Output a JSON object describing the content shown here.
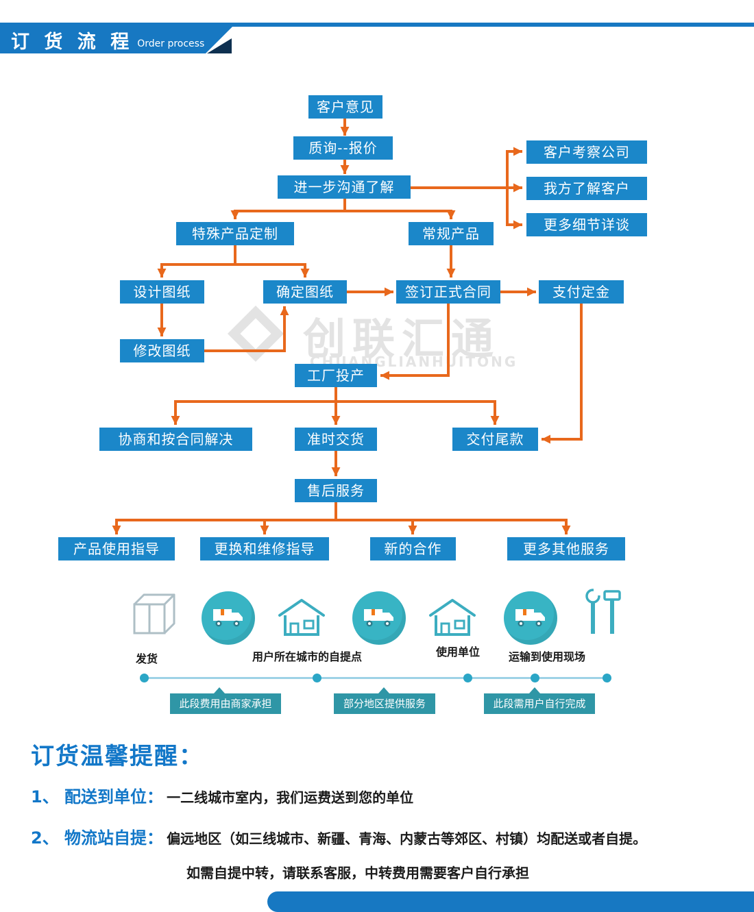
{
  "header": {
    "title": "订 货 流 程",
    "subtitle": "Order process"
  },
  "watermark": {
    "text": "创联汇通",
    "subtext": "CHUANGLIANHUITONG"
  },
  "colors": {
    "box_blue": "#1b87c9",
    "arrow_orange": "#e8681c",
    "teal_circle": "#38b4c4",
    "header_blue": "#1778c2",
    "ribbon_teal": "#2f96a6"
  },
  "flow": {
    "nodes": [
      {
        "label": "客户意见"
      },
      {
        "label": "质询--报价"
      },
      {
        "label": "进一步沟通了解"
      },
      {
        "label": "客户考察公司"
      },
      {
        "label": "我方了解客户"
      },
      {
        "label": "更多细节详谈"
      },
      {
        "label": "特殊产品定制"
      },
      {
        "label": "常规产品"
      },
      {
        "label": "设计图纸"
      },
      {
        "label": "确定图纸"
      },
      {
        "label": "签订正式合同"
      },
      {
        "label": "支付定金"
      },
      {
        "label": "修改图纸"
      },
      {
        "label": "工厂投产"
      },
      {
        "label": "协商和按合同解决"
      },
      {
        "label": "准时交货"
      },
      {
        "label": "交付尾款"
      },
      {
        "label": "售后服务"
      },
      {
        "label": "产品使用指导"
      },
      {
        "label": "更换和维修指导"
      },
      {
        "label": "新的合作"
      },
      {
        "label": "更多其他服务"
      }
    ]
  },
  "logistics": {
    "labels": {
      "shipping": "发货",
      "pickup_point": "用户所在城市的自提点",
      "user_unit": "使用单位",
      "transport_to_site": "运输到使用现场"
    },
    "ribbons": [
      "此段费用由商家承担",
      "部分地区提供服务",
      "此段需用户自行完成"
    ]
  },
  "reminder": {
    "title": "订货温馨提醒：",
    "items": [
      {
        "head": "1、 配送到单位：",
        "body": "一二线城市室内，我们运费送到您的单位"
      },
      {
        "head": "2、 物流站自提：",
        "body": "偏远地区（如三线城市、新疆、青海、内蒙古等郊区、村镇）均配送或者自提。"
      }
    ],
    "note": "如需自提中转，请联系客服，中转费用需要客户自行承担"
  }
}
